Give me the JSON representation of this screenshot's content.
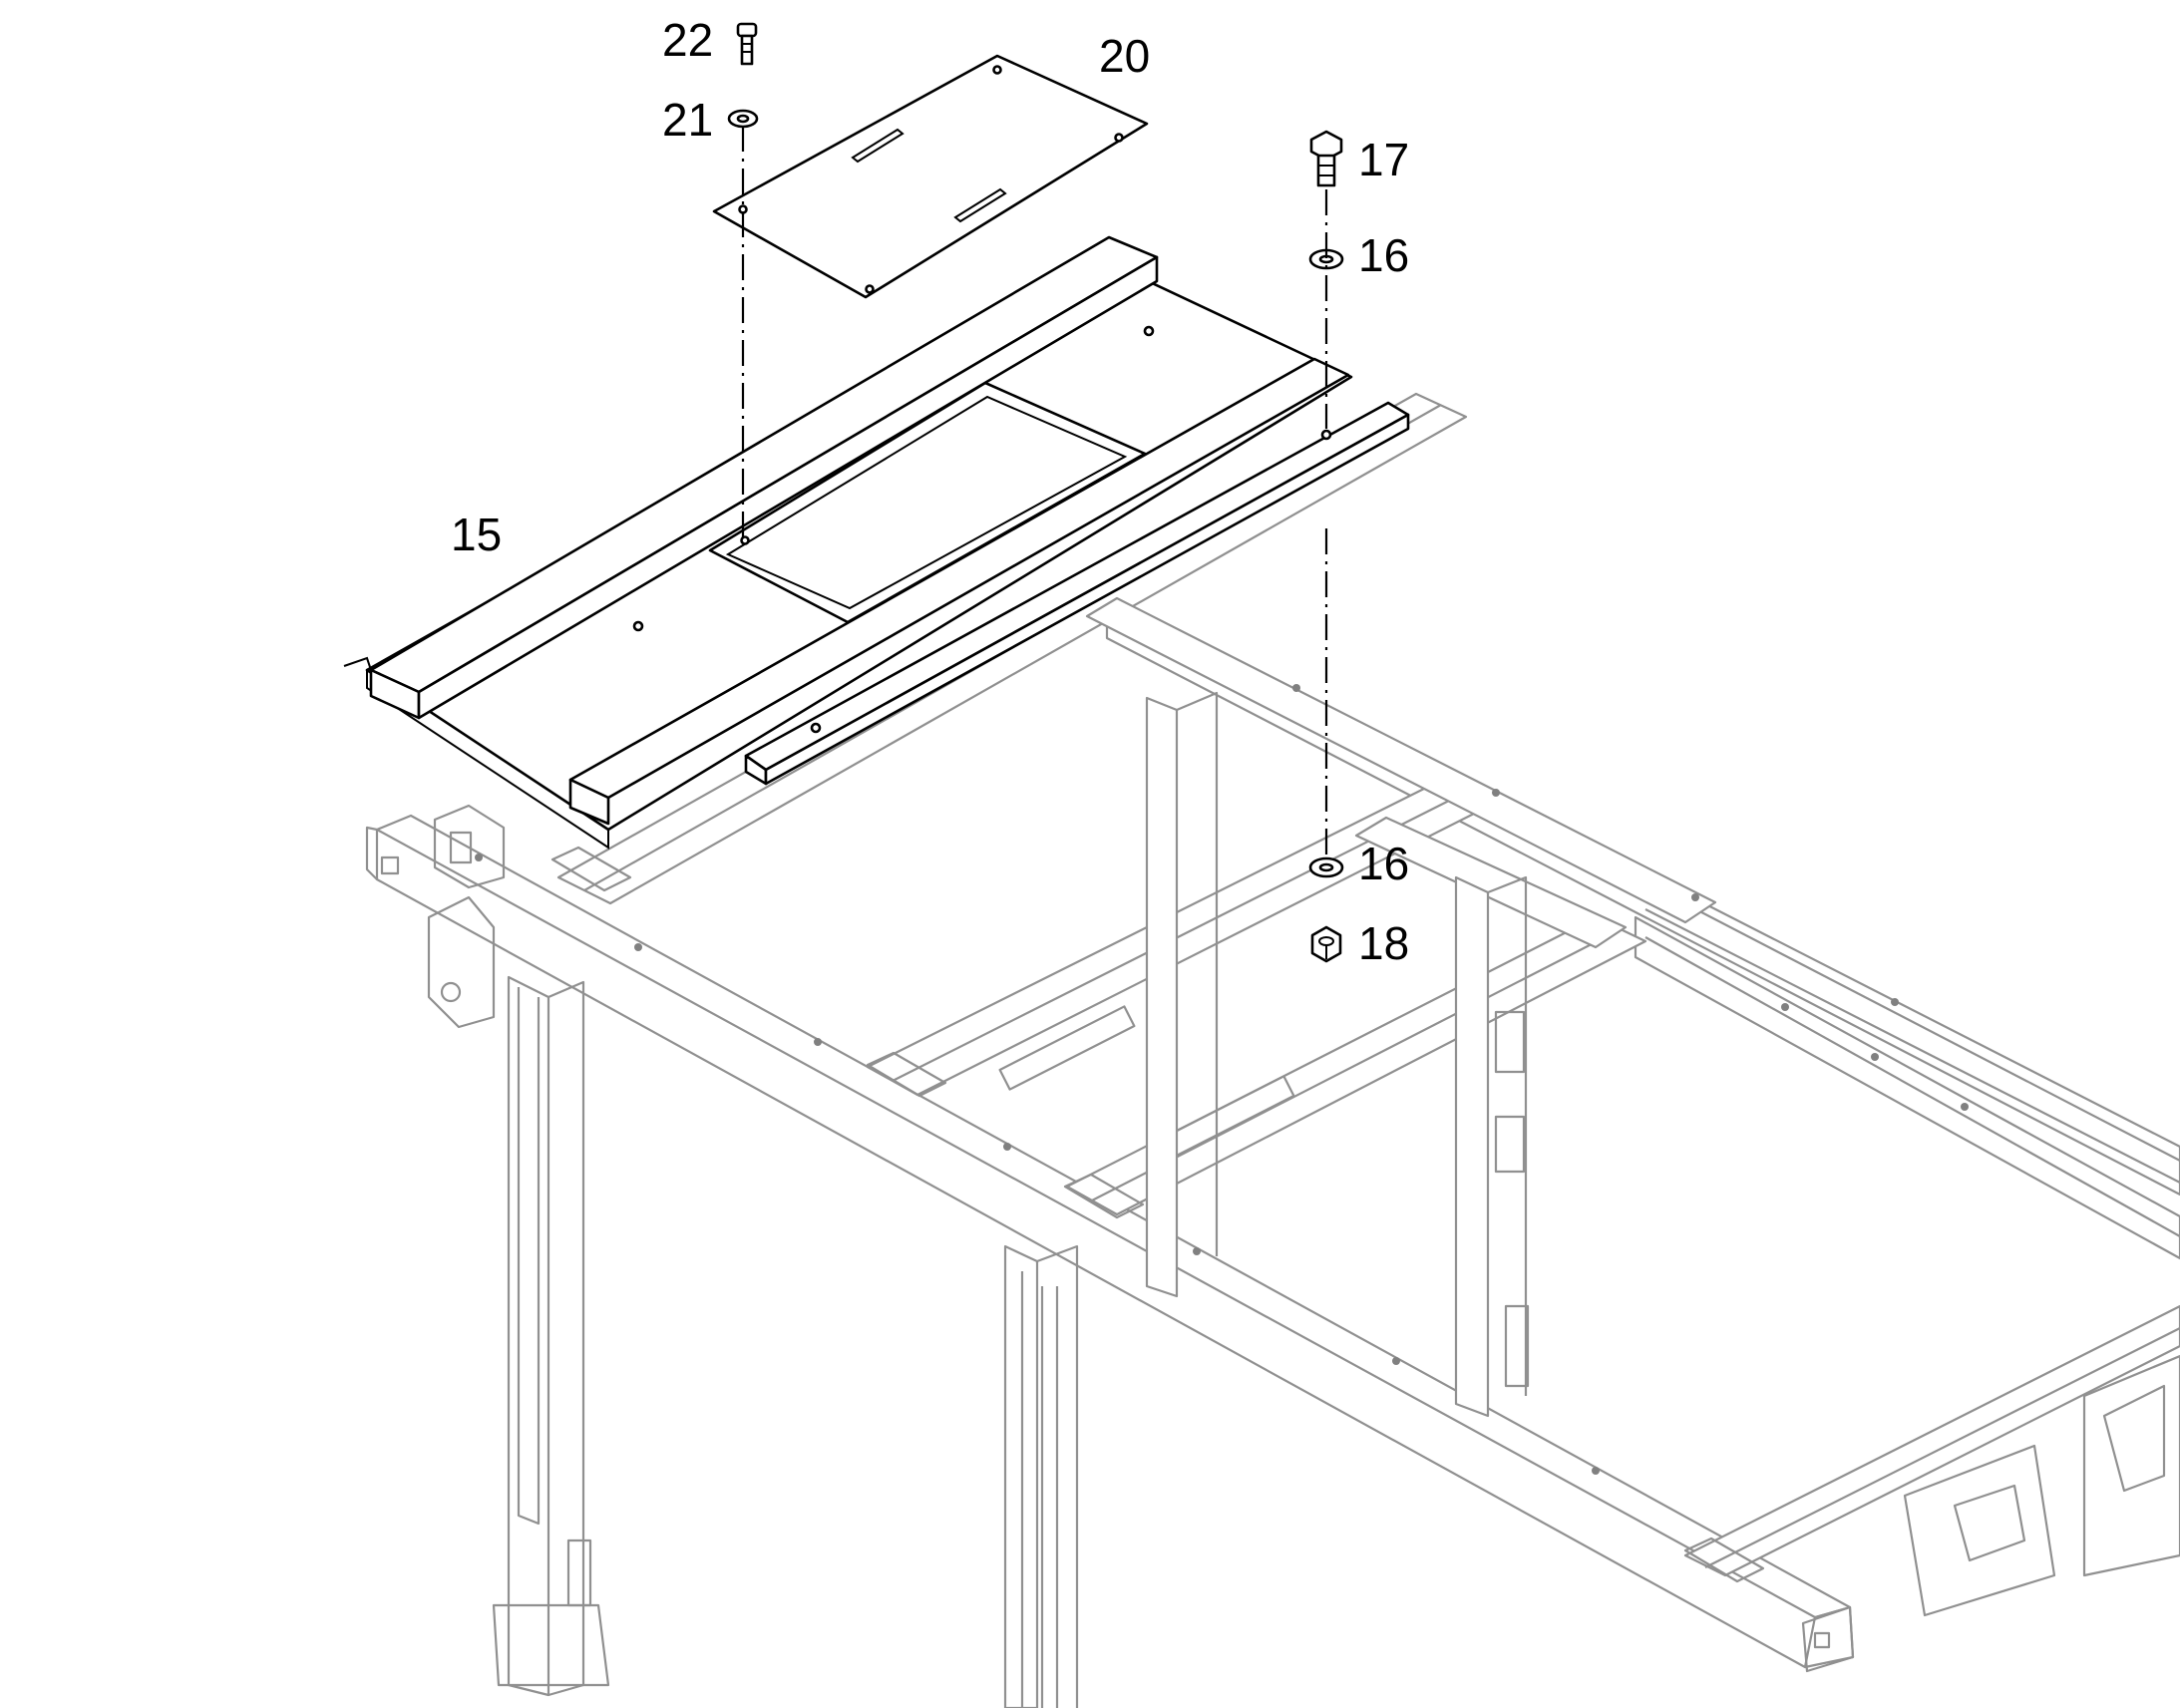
{
  "callouts": {
    "c15": "15",
    "c16a": "16",
    "c16b": "16",
    "c17": "17",
    "c18": "18",
    "c20": "20",
    "c21": "21",
    "c22": "22"
  },
  "colors": {
    "parts_line": "#000000",
    "frame_line": "#909090",
    "background": "#ffffff"
  }
}
